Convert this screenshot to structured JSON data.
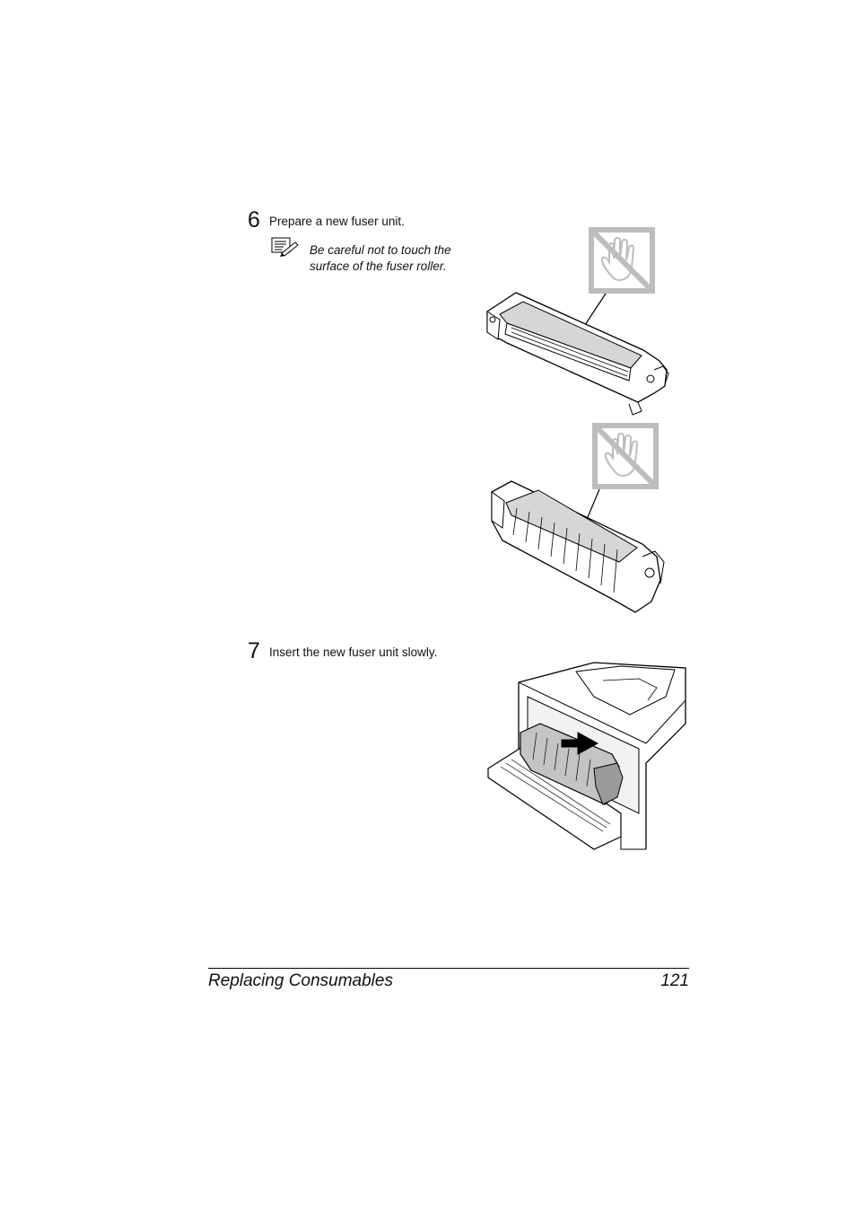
{
  "steps": [
    {
      "number": "6",
      "text": "Prepare a new fuser unit."
    },
    {
      "number": "7",
      "text": "Insert the new fuser unit slowly."
    }
  ],
  "note": {
    "icon": "note-pencil-icon",
    "text": "Be careful not to touch the surface of the fuser roller."
  },
  "footer": {
    "section_title": "Replacing Consumables",
    "page_number": "121"
  }
}
